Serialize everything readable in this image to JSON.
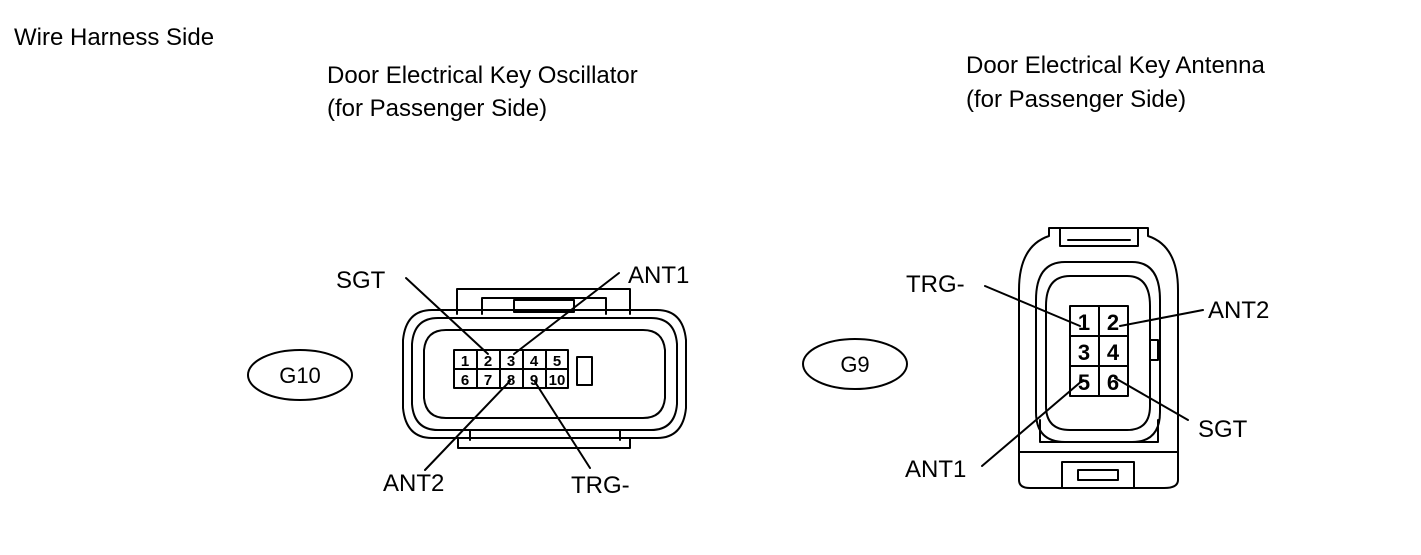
{
  "header": {
    "side_label": "Wire Harness Side"
  },
  "connector_g10": {
    "title_line1": "Door Electrical Key Oscillator",
    "title_line2": "(for Passenger Side)",
    "code": "G10",
    "pins": [
      "1",
      "2",
      "3",
      "4",
      "5",
      "6",
      "7",
      "8",
      "9",
      "10"
    ],
    "labels": {
      "sgt": "SGT",
      "ant1": "ANT1",
      "ant2": "ANT2",
      "trg": "TRG-"
    }
  },
  "connector_g9": {
    "title_line1": "Door Electrical Key Antenna",
    "title_line2": "(for Passenger Side)",
    "code": "G9",
    "pins": [
      "1",
      "2",
      "3",
      "4",
      "5",
      "6"
    ],
    "labels": {
      "trg": "TRG-",
      "ant2": "ANT2",
      "sgt": "SGT",
      "ant1": "ANT1"
    }
  }
}
